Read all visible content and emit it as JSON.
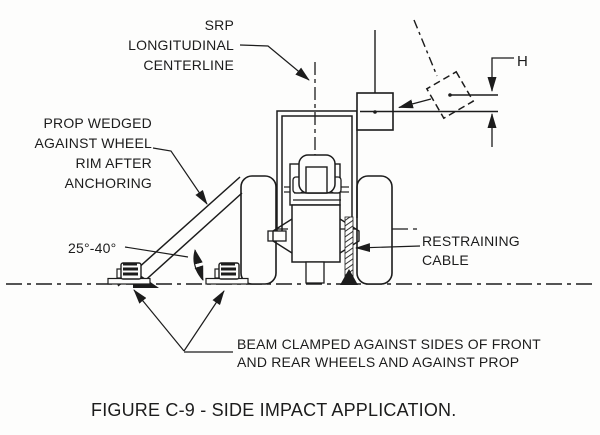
{
  "figure": {
    "caption": "FIGURE C-9 - SIDE IMPACT APPLICATION.",
    "colors": {
      "ink": "#1c1c1c",
      "paper": "#fdfdfc"
    }
  },
  "labels": {
    "srp_centerline": {
      "l1": "SRP",
      "l2": "LONGITUDINAL",
      "l3": "CENTERLINE"
    },
    "prop_wedged": {
      "l1": "PROP WEDGED",
      "l2": "AGAINST WHEEL",
      "l3": "RIM AFTER",
      "l4": "ANCHORING"
    },
    "prop_angle": "25°-40°",
    "drop_height": "H",
    "restraining_cable": {
      "l1": "RESTRAINING",
      "l2": "CABLE"
    },
    "beam_clamped": {
      "l1": "BEAM CLAMPED AGAINST SIDES OF FRONT",
      "l2": "AND REAR WHEELS AND AGAINST PROP"
    }
  }
}
